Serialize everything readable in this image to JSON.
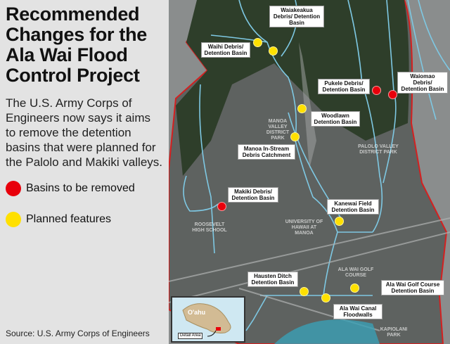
{
  "title": "Recommended Changes for the Ala Wai Flood Control Project",
  "description": "The U.S. Army Corps of Engineers now says it aims to remove the detention basins that were planned for the Palolo and Makiki valleys.",
  "legend": {
    "removed": "Basins to be removed",
    "planned": "Planned features"
  },
  "source": "Source: U.S. Army Corps of Engineers",
  "colors": {
    "removed": "#e8000b",
    "planned": "#ffe000",
    "stream": "#7ec8e3",
    "boundary": "#d42020"
  },
  "map": {
    "features": [
      {
        "label": "Waiakeakua Debris/ Detention Basin",
        "status": "planned"
      },
      {
        "label": "Waihi Debris/ Detention Basin",
        "status": "planned"
      },
      {
        "label": "Pukele Debris/ Detention Basin",
        "status": "removed"
      },
      {
        "label": "Waiomao Debris/ Detention Basin",
        "status": "removed"
      },
      {
        "label": "Woodlawn Detention Basin",
        "status": "planned"
      },
      {
        "label": "Manoa In-Stream Debris Catchment",
        "status": "planned"
      },
      {
        "label": "Makiki Debris/ Detention Basin",
        "status": "removed"
      },
      {
        "label": "Kanewai Field Detention Basin",
        "status": "planned"
      },
      {
        "label": "Hausten Ditch Detention Basin",
        "status": "planned"
      },
      {
        "label": "Ala Wai Golf Course Detention Basin",
        "status": "planned"
      },
      {
        "label": "Ala Wai Canal Floodwalls",
        "status": "planned"
      }
    ],
    "places": [
      "MANOA VALLEY DISTRICT PARK",
      "PALOLO VALLEY DISTRICT PARK",
      "ROOSEVELT HIGH SCHOOL",
      "UNIVERSITY OF HAWAII AT MANOA",
      "ALA WAI GOLF COURSE",
      "KAPIOLANI PARK"
    ],
    "inset": {
      "island": "O'ahu",
      "detail": "Detail Area"
    }
  }
}
